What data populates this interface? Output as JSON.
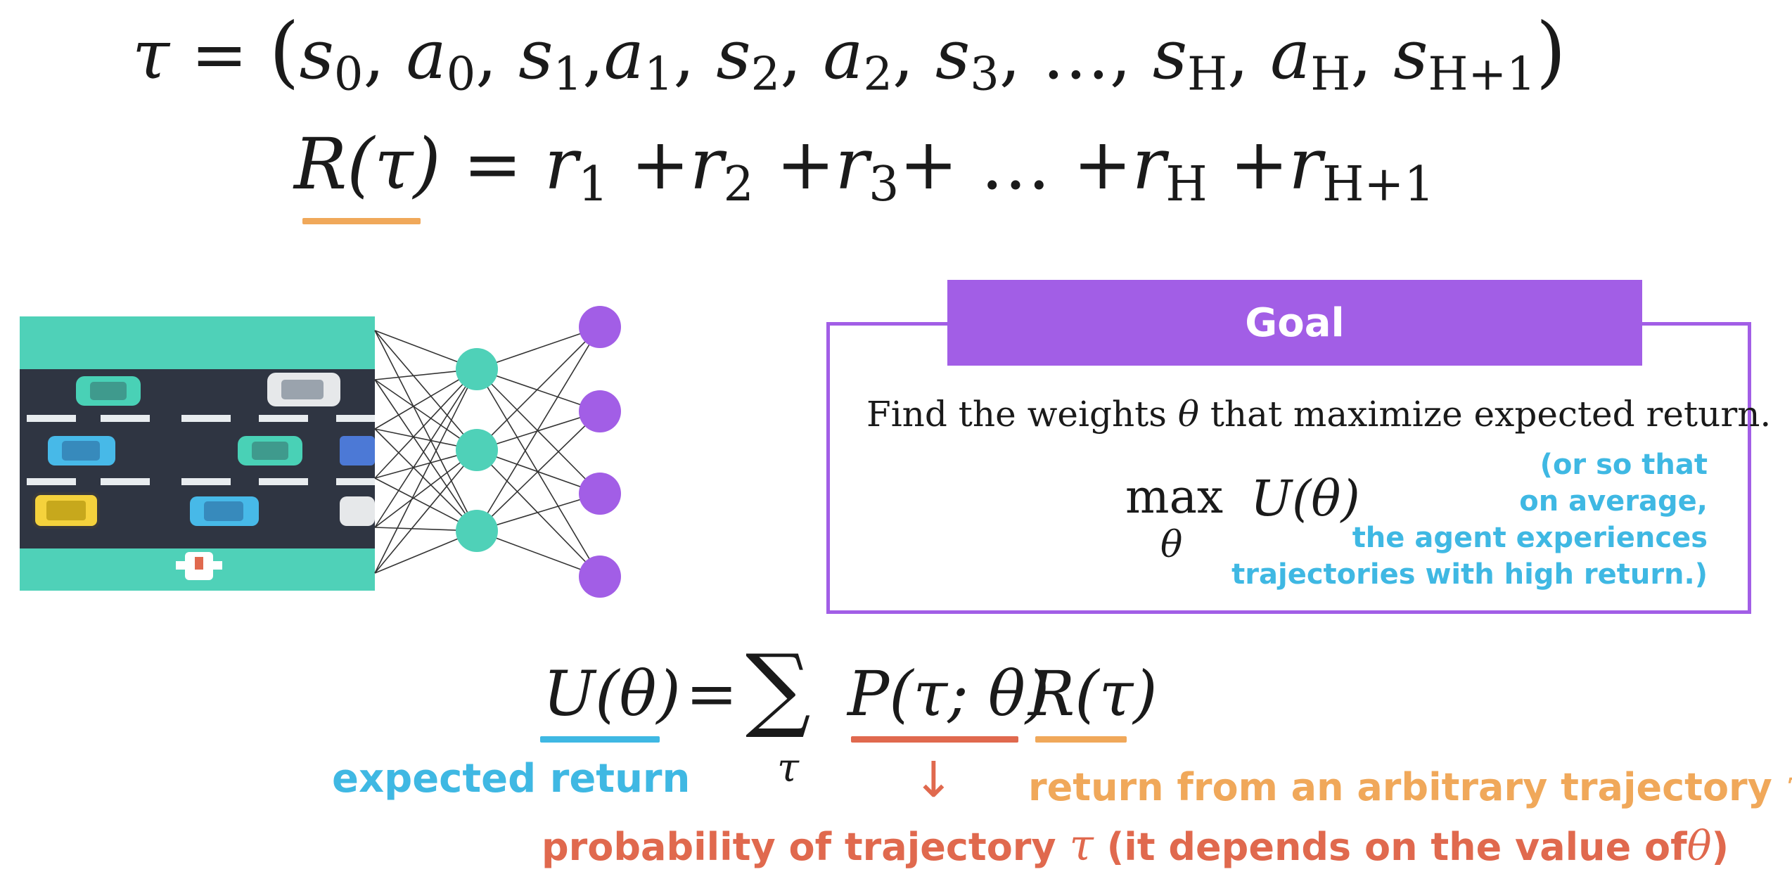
{
  "colors": {
    "purple": "#a25ee6",
    "blue": "#3fb8e3",
    "orange": "#f0a85a",
    "red": "#e0694e",
    "teal": "#4fd1b8",
    "road": "#2f3542"
  },
  "trajectory_eq": {
    "lhs": "τ",
    "eq": "=",
    "open": "(",
    "close": ")",
    "items": [
      "s",
      "0",
      "a",
      "0",
      "s",
      "1",
      "a",
      "1",
      "s",
      "2",
      "a",
      "2",
      "s",
      "3",
      "…",
      "s",
      "H",
      "a",
      "H",
      "s",
      "H+1"
    ]
  },
  "return_eq": {
    "lhs": "R(τ)",
    "rhs_terms": [
      "r",
      "1",
      "r",
      "2",
      "r",
      "3",
      "…",
      "r",
      "H",
      "r",
      "H+1"
    ]
  },
  "goal": {
    "header": "Goal",
    "text_1": "Find the weights",
    "theta": "θ",
    "text_2": "that maximize expected return.",
    "max_word": "max",
    "max_sub": "θ",
    "objective": "U(θ)",
    "note": "(or so that\non average,\nthe agent experiences\ntrajectories with high return.)"
  },
  "utility_eq": {
    "lhs": "U(θ)",
    "eq": "=",
    "sum": "∑",
    "sum_sub": "τ",
    "prob": "P(τ; θ)",
    "ret": "R(τ)"
  },
  "labels": {
    "expected_return": "expected return",
    "arrow": "↓",
    "return_arbitrary": "return from an arbitrary trajectory",
    "tau": "τ",
    "probability_1": "probability of trajectory",
    "probability_2": "(it depends on the value of",
    "theta": "θ",
    "probability_close": ")"
  }
}
